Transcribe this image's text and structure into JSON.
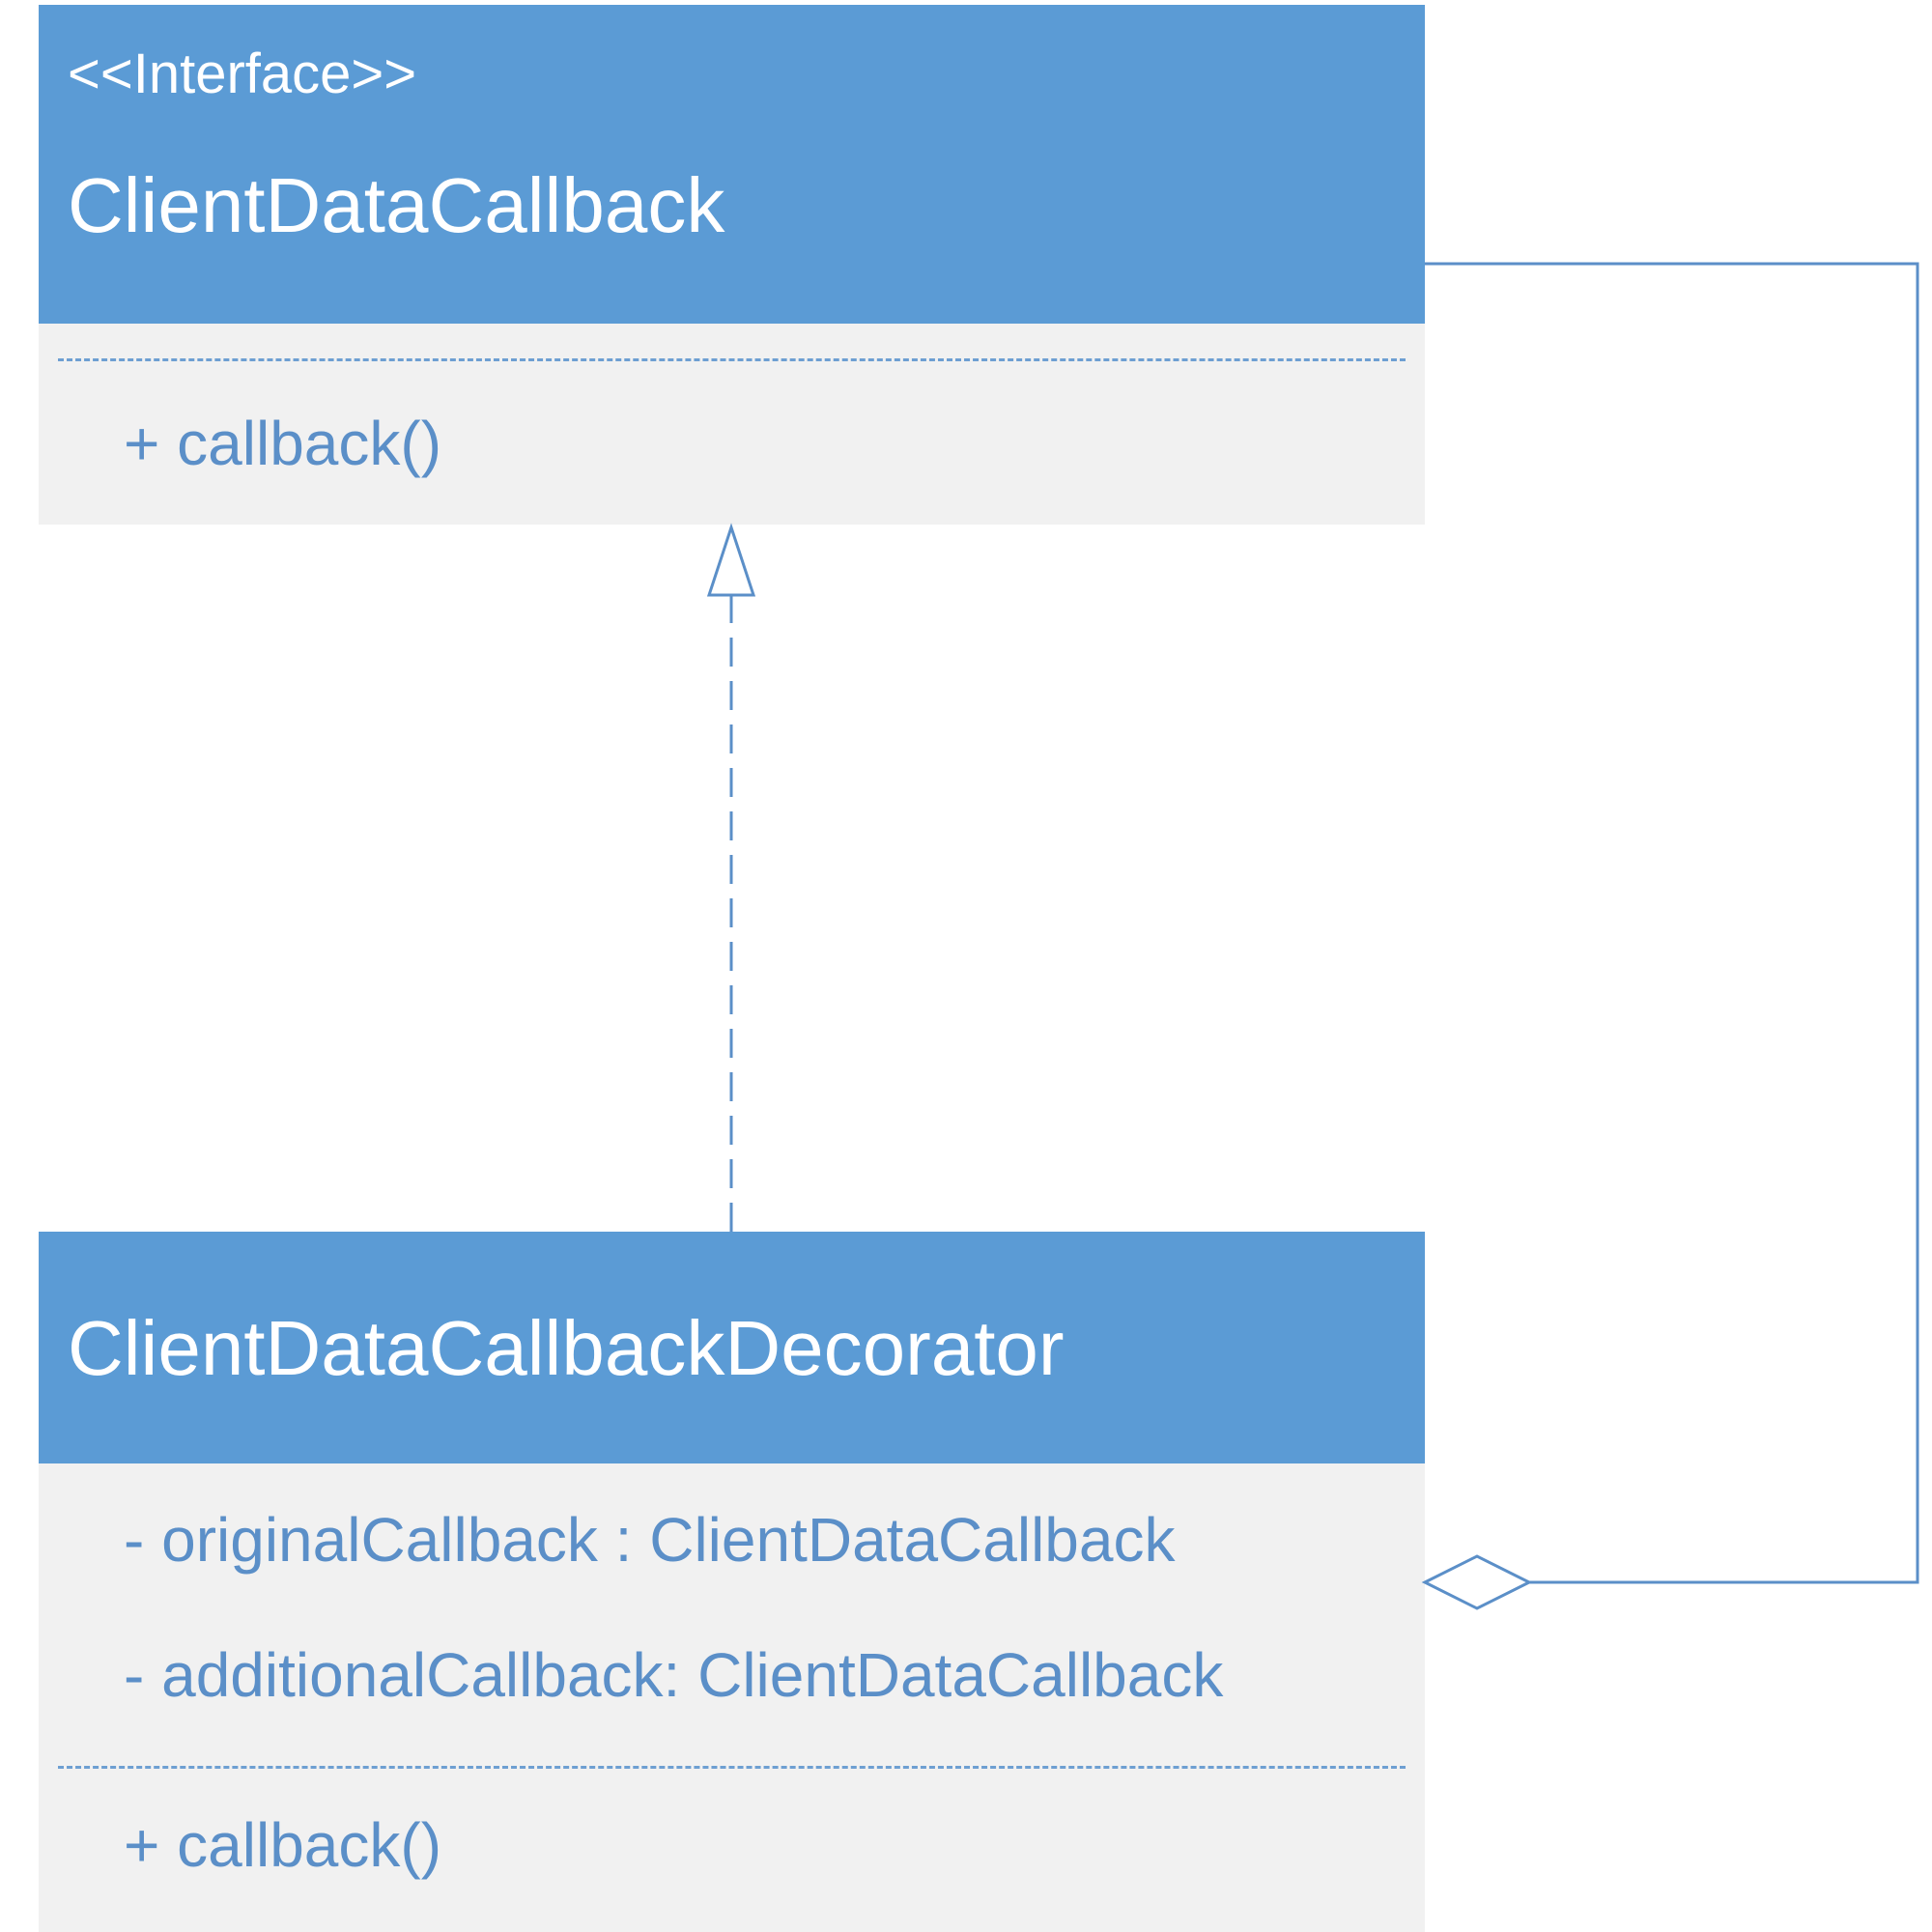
{
  "colors": {
    "header_bg": "#5b9bd5",
    "body_bg": "#f1f1f1",
    "header_text": "#ffffff",
    "member_text": "#5b8fc8",
    "line": "#5b8fc8"
  },
  "interface_class": {
    "stereotype": "<<Interface>>",
    "name": "ClientDataCallback",
    "operations": [
      "+ callback()"
    ]
  },
  "decorator_class": {
    "name": "ClientDataCallbackDecorator",
    "attributes": [
      "- originalCallback : ClientDataCallback",
      "- additionalCallback: ClientDataCallback"
    ],
    "operations": [
      "+ callback()"
    ]
  },
  "relationships": [
    {
      "type": "realization",
      "from": "ClientDataCallbackDecorator",
      "to": "ClientDataCallback"
    },
    {
      "type": "aggregation",
      "from": "ClientDataCallbackDecorator",
      "to": "ClientDataCallback"
    }
  ]
}
